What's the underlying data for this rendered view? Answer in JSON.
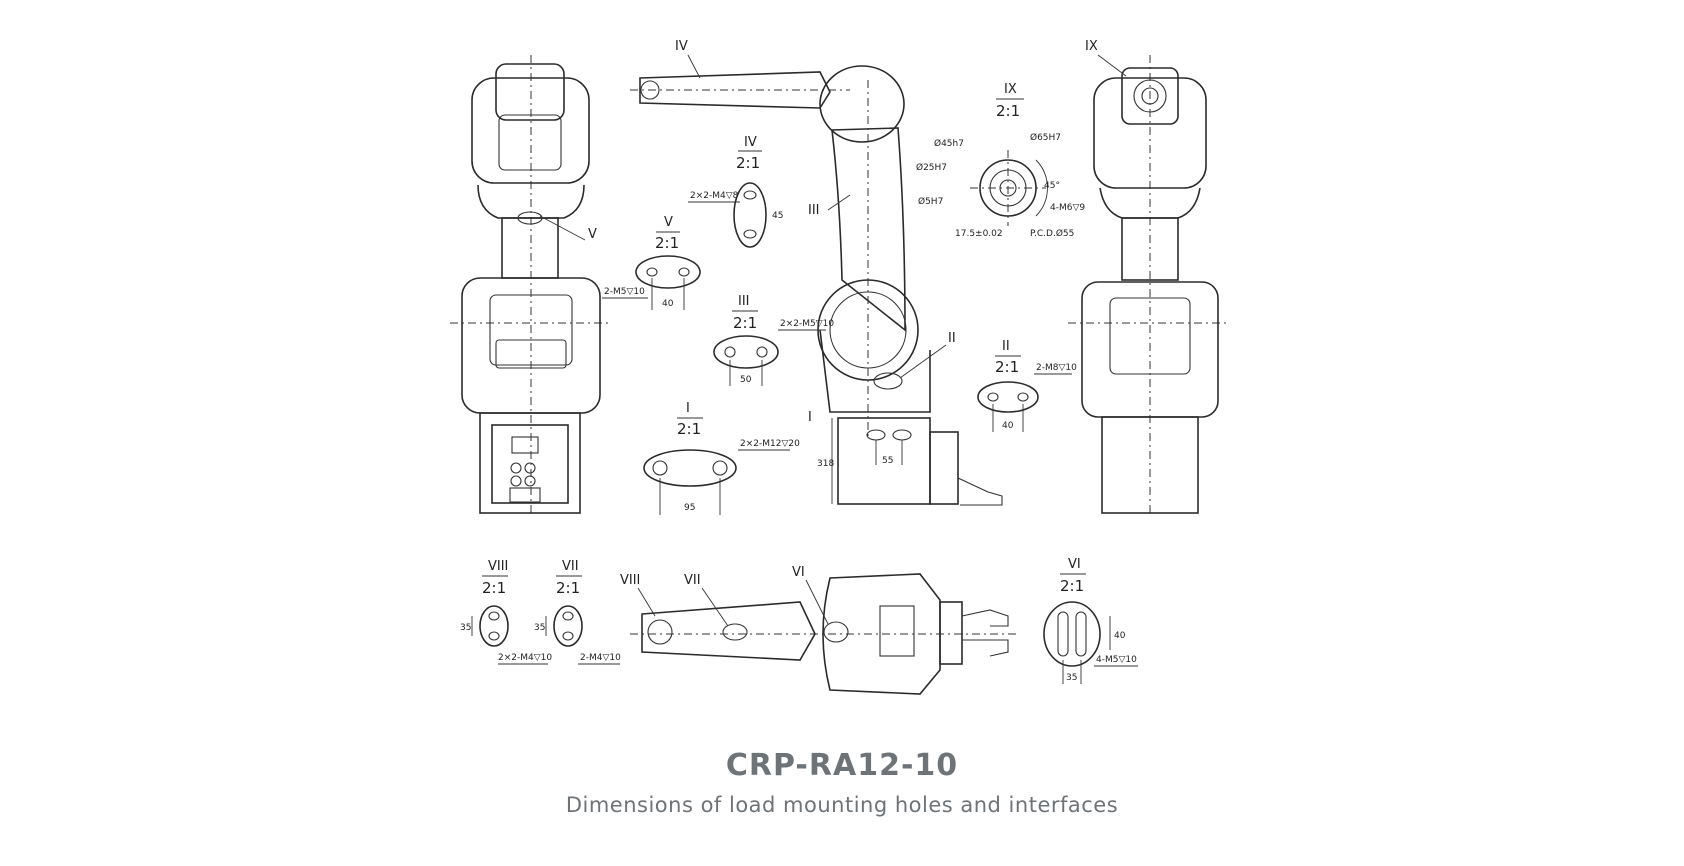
{
  "caption": {
    "model": "CRP-RA12-10",
    "subtitle": "Dimensions of load mounting holes and interfaces"
  },
  "labels": {
    "I": "I",
    "II": "II",
    "III": "III",
    "IV": "IV",
    "V": "V",
    "VI": "VI",
    "VII": "VII",
    "VIII": "VIII",
    "IX": "IX"
  },
  "scale": "2:1",
  "details": {
    "I": {
      "hole": "2×2-M12▽20",
      "dim": "95"
    },
    "II": {
      "hole": "2-M8▽10",
      "dim": "40"
    },
    "III": {
      "hole": "2×2-M5▽10",
      "dim": "50"
    },
    "IV": {
      "hole": "2×2-M4▽8",
      "dim": "45"
    },
    "V": {
      "hole": "2-M5▽10",
      "dim": "40"
    },
    "VI": {
      "hole": "4-M5▽10",
      "dim_w": "35",
      "dim_h": "40"
    },
    "VII": {
      "hole": "2-M4▽10",
      "dim": "35"
    },
    "VIII": {
      "hole": "2×2-M4▽10",
      "dim": "35"
    },
    "IX": {
      "d1": "Ø45h7",
      "d2": "Ø65H7",
      "d3": "Ø25H7",
      "d4": "Ø5H7",
      "holes": "4-M6▽9",
      "pcd": "P.C.D.Ø55",
      "offset": "17.5±0.02",
      "angle": "45°"
    },
    "base_height": "318",
    "base_hole_dim": "55"
  }
}
